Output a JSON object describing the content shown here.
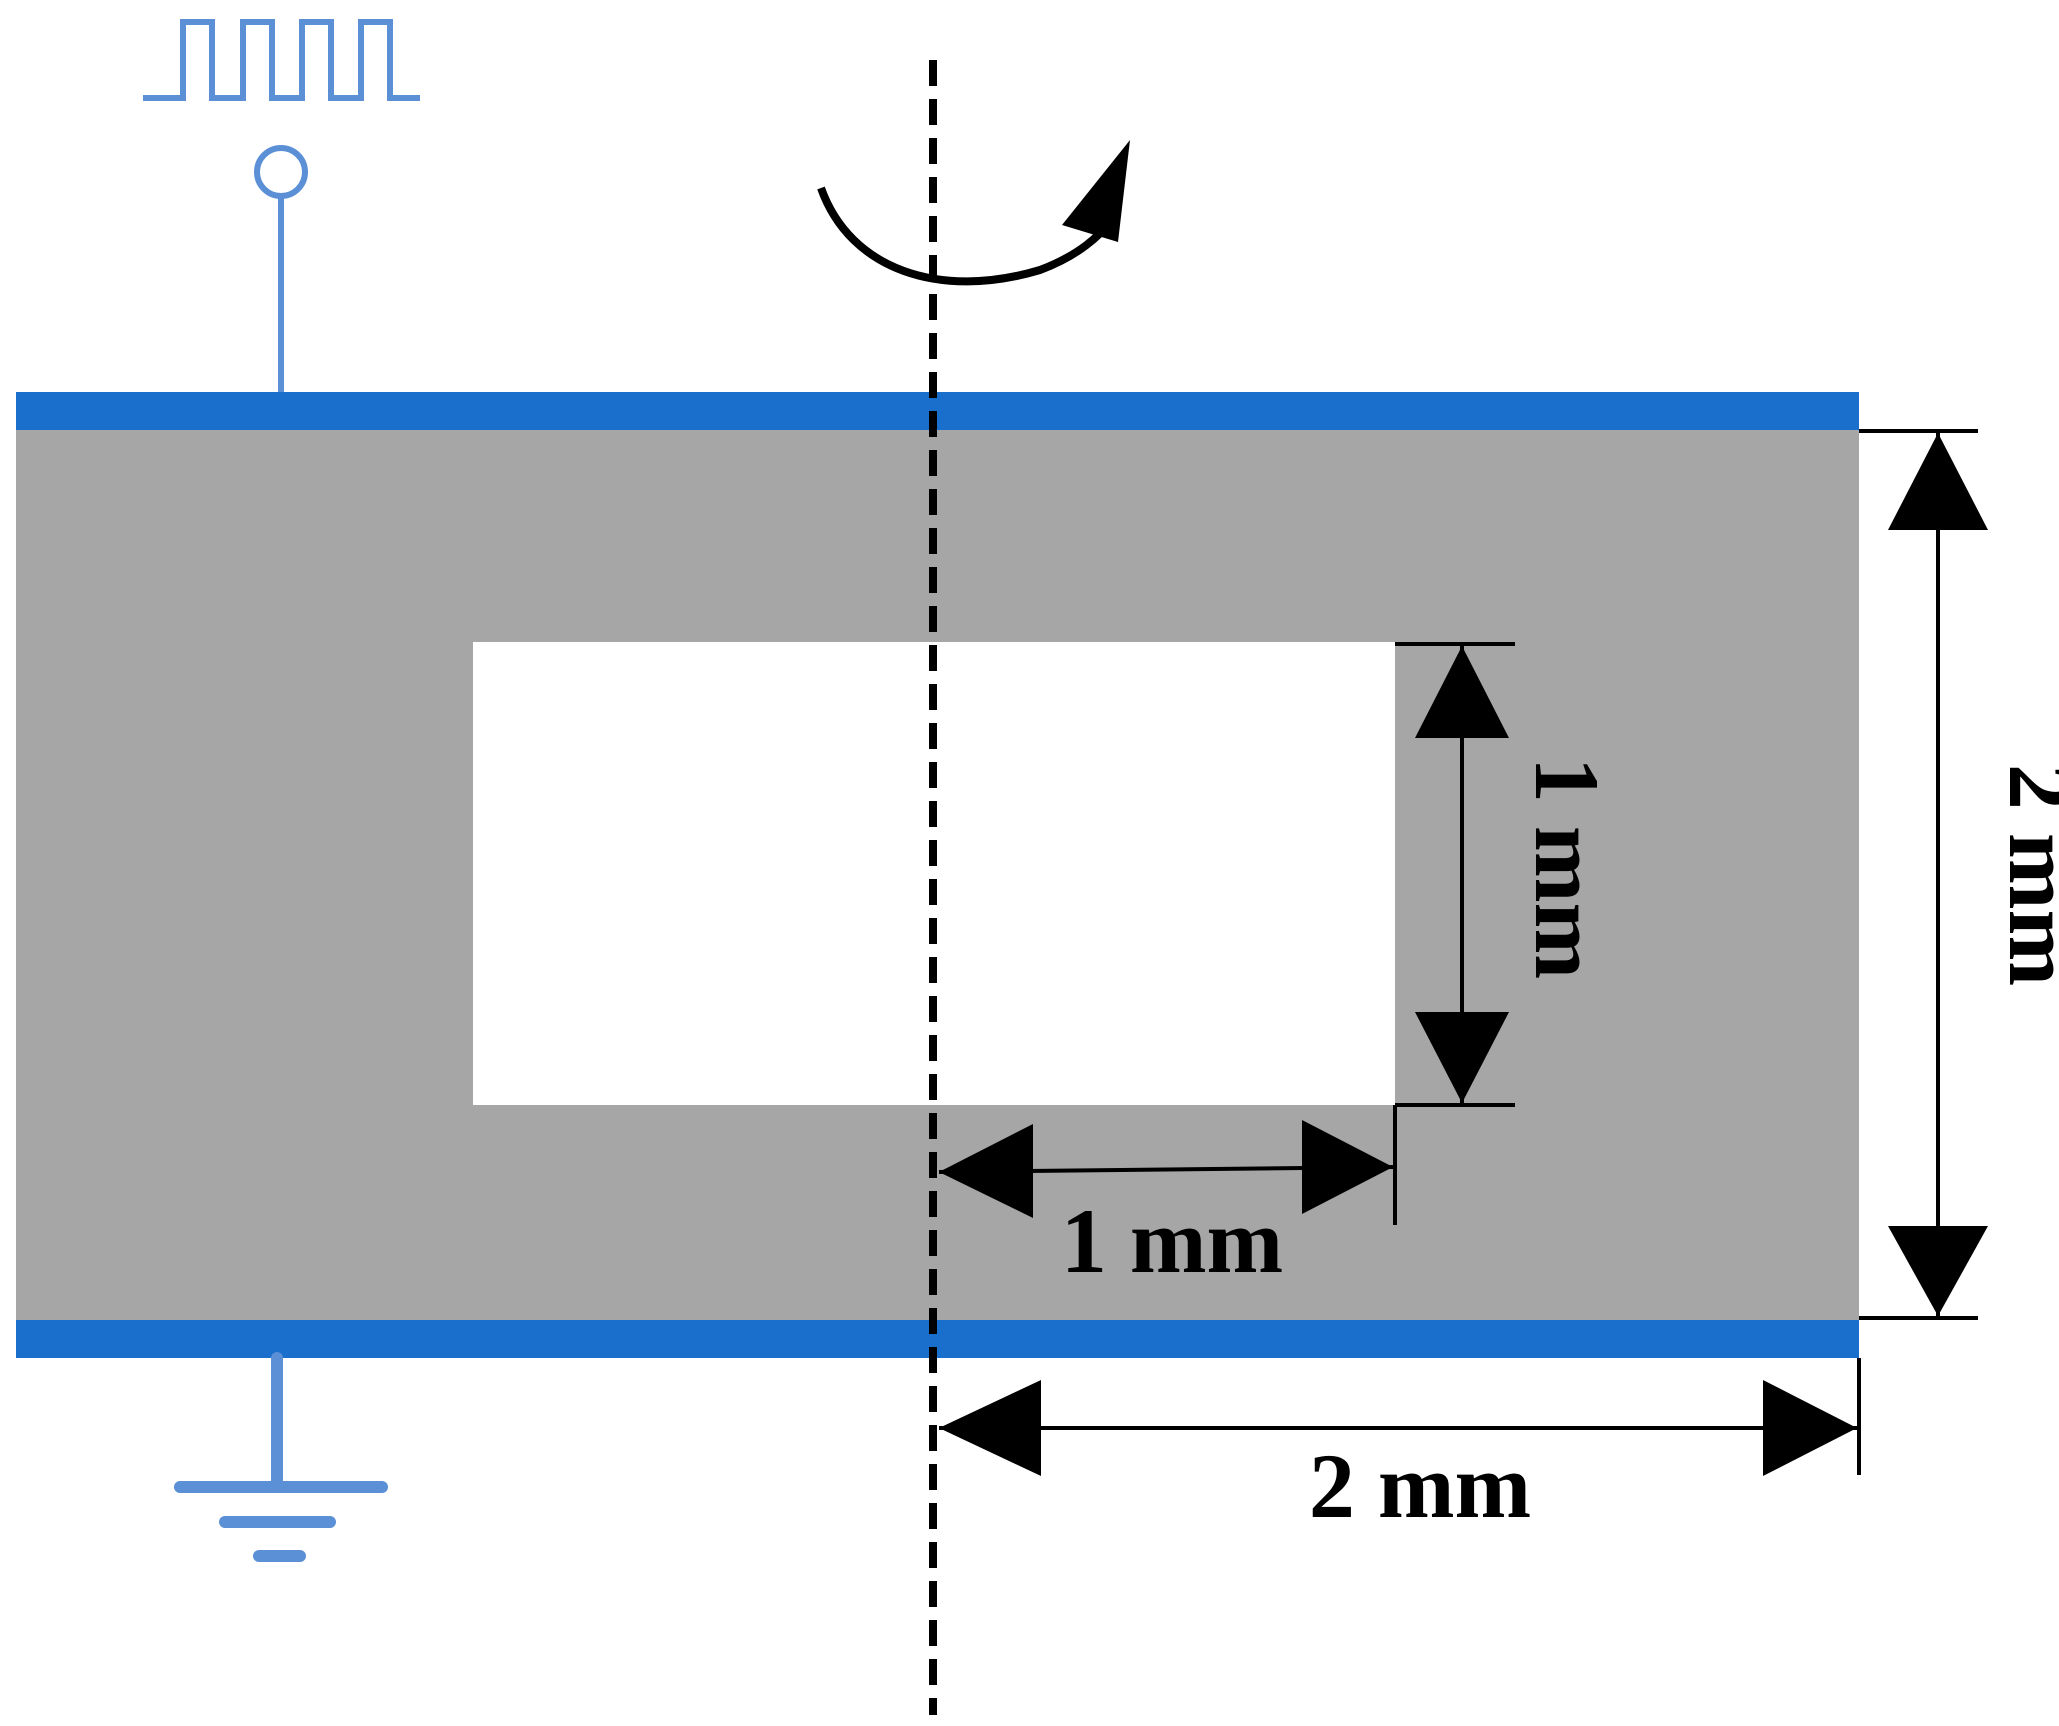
{
  "colors": {
    "electrode": "#1a6fcd",
    "circuit": "#5b8fd6",
    "dielectric": "#a6a6a6",
    "cavity": "#ffffff",
    "annotation": "#000000"
  },
  "icons": {
    "signal": "square-pulse-source-icon",
    "ground": "ground-icon",
    "rotation": "rotation-arrow-icon"
  },
  "dimensions": {
    "total_height": "2 mm",
    "cavity_height": "1 mm",
    "cavity_half_width": "1 mm",
    "outer_radius": "2 mm"
  }
}
